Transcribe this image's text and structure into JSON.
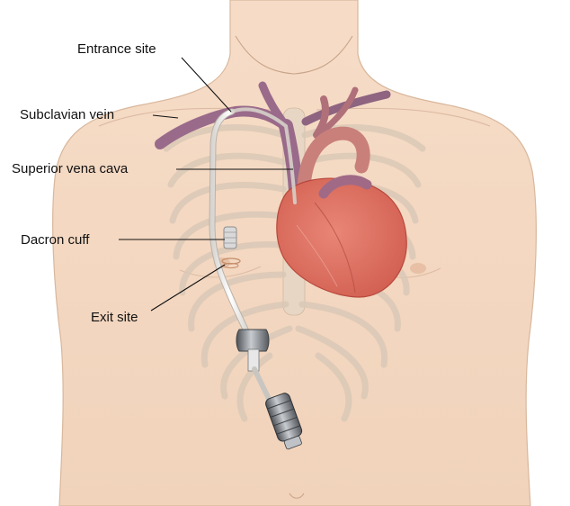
{
  "labels": {
    "entrance_site": "Entrance site",
    "subclavian_vein": "Subclavian vein",
    "superior_vena_cava": "Superior vena cava",
    "dacron_cuff": "Dacron cuff",
    "exit_site": "Exit site"
  },
  "colors": {
    "skin": "#f4d9c3",
    "skin_shadow": "#e8c3a8",
    "vein": "#9a6a8a",
    "heart": "#d96a5a",
    "catheter": "#f4f1ec",
    "cuff": "#dcdcdc",
    "connector": "#6f7378"
  },
  "icons": [
    "torso-illustration",
    "heart-illustration",
    "catheter-illustration"
  ]
}
